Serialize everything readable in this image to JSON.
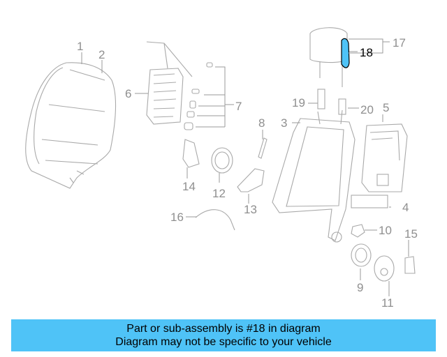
{
  "colors": {
    "highlight": "#4fc3f7",
    "lines": "#a9a9a9",
    "labels": "#8f8f8f"
  },
  "callouts": {
    "c1": "1",
    "c2": "2",
    "c3": "3",
    "c4": "4",
    "c5": "5",
    "c6": "6",
    "c7": "7",
    "c8": "8",
    "c9": "9",
    "c10": "10",
    "c11": "11",
    "c12": "12",
    "c13": "13",
    "c14": "14",
    "c15": "15",
    "c16": "16",
    "c17": "17",
    "c18": "18",
    "c19": "19",
    "c20": "20"
  },
  "highlighted_part": "18",
  "caption": {
    "line1": "Part or sub-assembly is #18 in diagram",
    "line2": "Diagram may not be specific to your vehicle"
  }
}
